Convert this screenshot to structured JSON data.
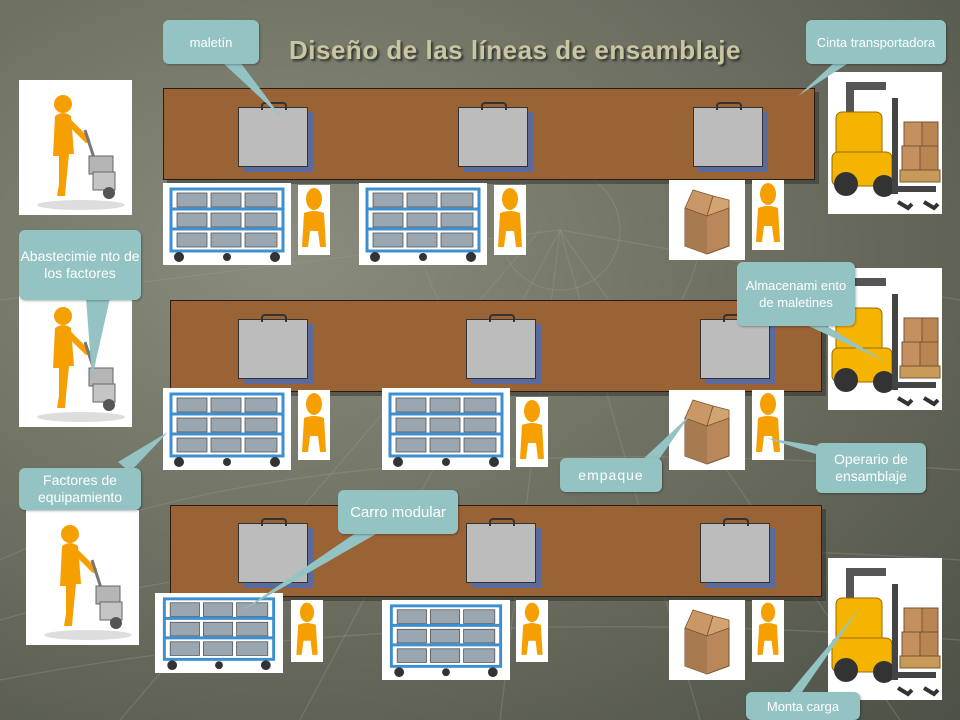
{
  "title": "Diseño de las líneas de ensamblaje",
  "labels": {
    "maletin": "maletín",
    "cinta": "Cinta transportadora",
    "abastecimiento": "Abastecimie nto de los factores",
    "almacenamiento": "Almacenami ento de maletines",
    "factores": "Factores de equipamiento",
    "empaque": "empaque",
    "operario": "Operario de ensamblaje",
    "carro": "Carro modular",
    "montacarga": "Monta carga"
  },
  "colors": {
    "belt": "#9a6335",
    "callout": "#94c3c4",
    "worker": "#f5a000",
    "cart": "#3c8fd0",
    "box": "#b9875a"
  },
  "icons": [
    "worker-with-hand-truck-icon",
    "briefcase-icon",
    "modular-cart-icon",
    "operator-figure-icon",
    "cardboard-box-icon",
    "forklift-icon"
  ]
}
